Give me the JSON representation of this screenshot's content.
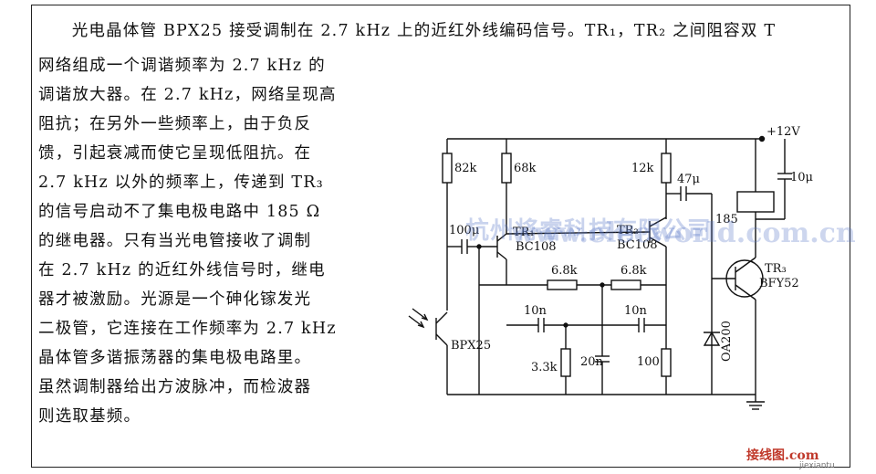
{
  "description_lines": [
    "　光电晶体管 BPX25 接受调制在 2.7 kHz 上的近红外线编码信号。TR₁，TR₂ 之间阻容双 T",
    "网络组成一个调谐频率为 2.7 kHz 的",
    "调谐放大器。在 2.7 kHz，网络呈现高",
    "阻抗；在另外一些频率上，由于负反",
    "馈，引起衰减而使它呈现低阻抗。在",
    "2.7 kHz 以外的频率上，传递到 TR₃",
    "的信号启动不了集电极电路中 185 Ω",
    "的继电器。只有当光电管接收了调制",
    "在 2.7 kHz 的近红外线信号时，继电",
    "器才被激励。光源是一个砷化镓发光",
    "二极管，它连接在工作频率为 2.7 kHz",
    "晶体管多谐振荡器的集电极电路里。",
    "虽然调制器给出方波脉冲，而检波器",
    "则选取基频。"
  ],
  "schematic": {
    "supply_label": "+12V",
    "r_82k": "82k",
    "r_68k_tr1": "68k",
    "r_12k": "12k",
    "c_47u": "47μ",
    "c_10u": "10μ",
    "relay_label": "185",
    "c_100u": "100μ",
    "tr1_label": "TR₁",
    "tr1_type": "BC108",
    "tr2_label": "TR₂",
    "tr2_type": "BC108",
    "tr3_label": "TR₃",
    "tr3_type": "BFY52",
    "r_68k_t1": "6.8k",
    "r_68k_t2": "6.8k",
    "c_10n_1": "10n",
    "c_10n_2": "10n",
    "r_33k": "3.3k",
    "c_20n": "20n",
    "r_100": "100",
    "diode_label": "OA200",
    "photo_label": "BPX25"
  },
  "watermark": "杭州将睿科技有限公司",
  "watermark_en": "www.elecworld.com.cn",
  "logo": "接线图.com",
  "logo_sub": "jiexiantu"
}
